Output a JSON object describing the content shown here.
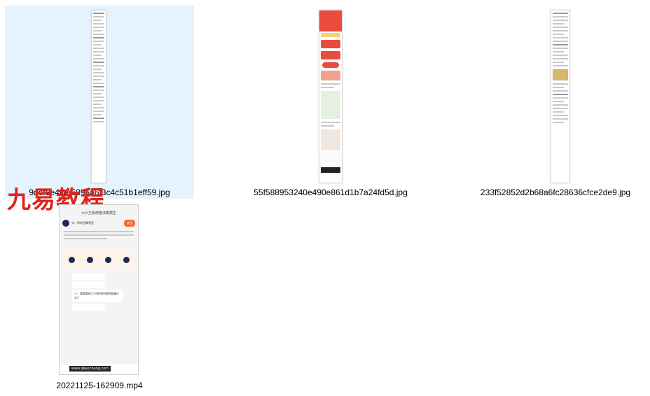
{
  "files": [
    {
      "name": "9def5e4f1e6896a6f3c4c51b1eff59.jpg",
      "selected": true,
      "type": "long-screenshot"
    },
    {
      "name": "55f588953240e490e861d1b7a24fd5d.jpg",
      "selected": false,
      "type": "long-screenshot-red"
    },
    {
      "name": "233f52852d2b68a6fc28636cfce2de9.jpg",
      "selected": false,
      "type": "long-screenshot"
    },
    {
      "name": "20221125-162909.mp4",
      "selected": false,
      "type": "video"
    }
  ],
  "watermark": "九易教程",
  "video_thumb": {
    "title": "六六王系统陪法着预生",
    "user": "弘一师的经事预室",
    "follow": "关注",
    "question": "一、我面前的六只爸年你和师爸复什么?",
    "watermark_text": "www.9Jiaocheng.com"
  }
}
